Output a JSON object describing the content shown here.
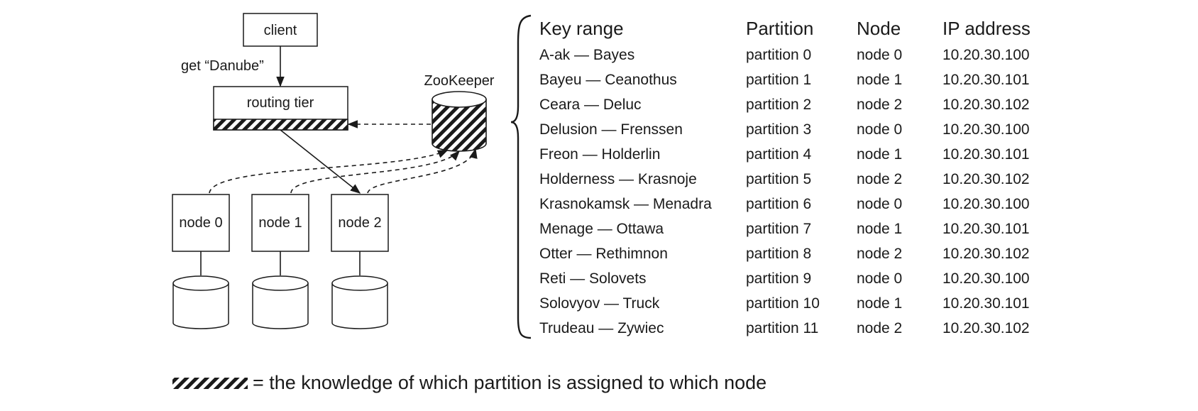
{
  "diagram": {
    "client_label": "client",
    "request_label": "get “Danube”",
    "routing_label": "routing tier",
    "zookeeper_label": "ZooKeeper",
    "nodes": [
      "node 0",
      "node 1",
      "node 2"
    ]
  },
  "table": {
    "headers": [
      "Key range",
      "Partition",
      "Node",
      "IP address"
    ],
    "rows": [
      [
        "A-ak — Bayes",
        "partition 0",
        "node 0",
        "10.20.30.100"
      ],
      [
        "Bayeu — Ceanothus",
        "partition 1",
        "node 1",
        "10.20.30.101"
      ],
      [
        "Ceara — Deluc",
        "partition 2",
        "node 2",
        "10.20.30.102"
      ],
      [
        "Delusion — Frenssen",
        "partition 3",
        "node 0",
        "10.20.30.100"
      ],
      [
        "Freon — Holderlin",
        "partition 4",
        "node 1",
        "10.20.30.101"
      ],
      [
        "Holderness — Krasnoje",
        "partition 5",
        "node 2",
        "10.20.30.102"
      ],
      [
        "Krasnokamsk — Menadra",
        "partition 6",
        "node 0",
        "10.20.30.100"
      ],
      [
        "Menage — Ottawa",
        "partition 7",
        "node 1",
        "10.20.30.101"
      ],
      [
        "Otter — Rethimnon",
        "partition 8",
        "node 2",
        "10.20.30.102"
      ],
      [
        "Reti — Solovets",
        "partition 9",
        "node 0",
        "10.20.30.100"
      ],
      [
        "Solovyov — Truck",
        "partition 10",
        "node 1",
        "10.20.30.101"
      ],
      [
        "Trudeau — Zywiec",
        "partition 11",
        "node 2",
        "10.20.30.102"
      ]
    ]
  },
  "legend": {
    "text": "= the knowledge of which partition is assigned to which node"
  }
}
